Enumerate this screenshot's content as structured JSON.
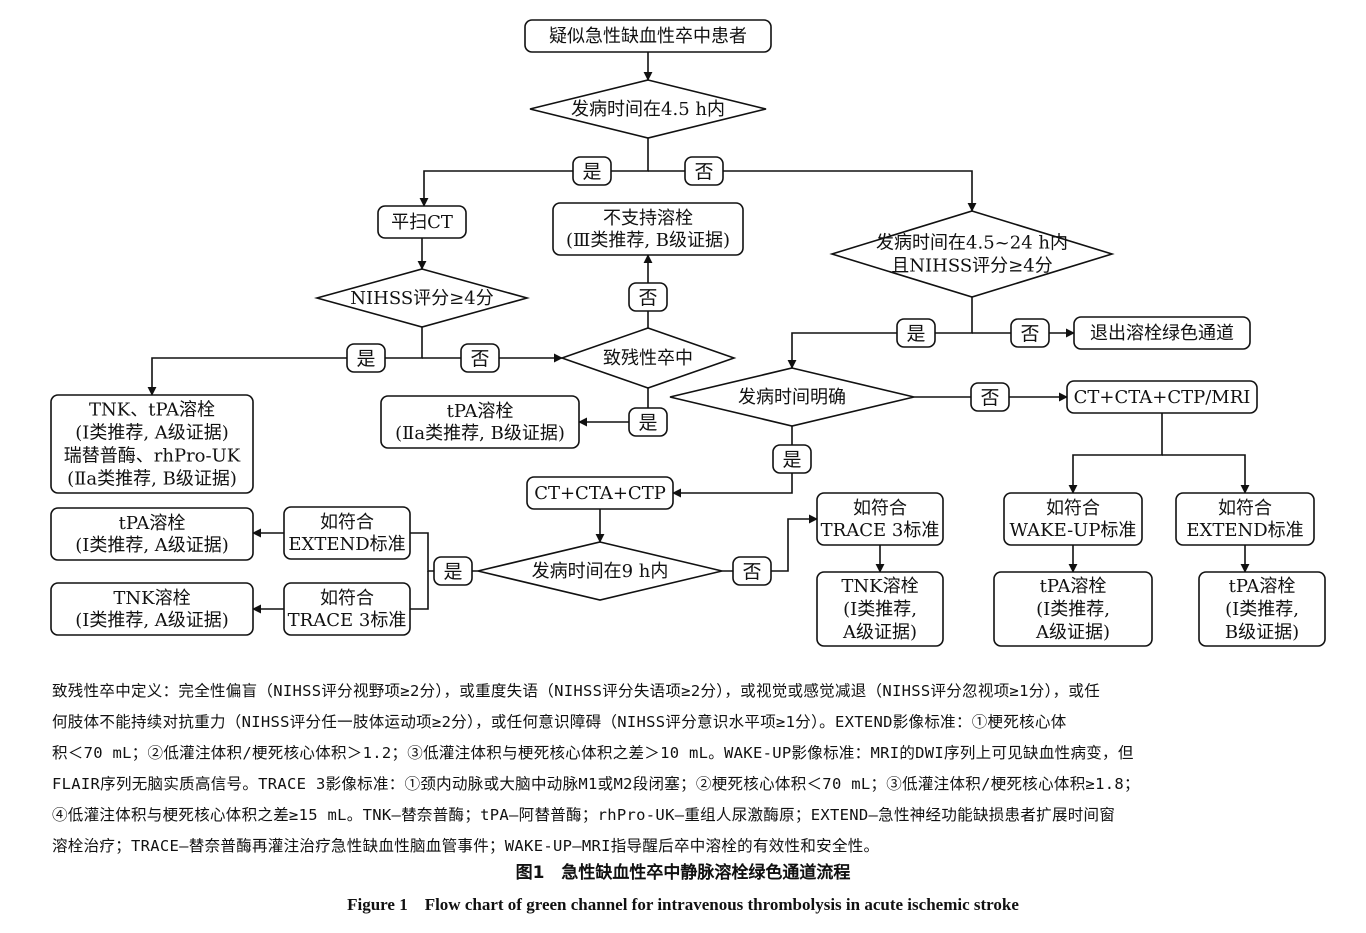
{
  "nodes": [
    {
      "id": "start",
      "lines": [
        "疑似急性缺血性卒中患者"
      ]
    },
    {
      "id": "d_45h",
      "lines": [
        "发病时间在4.5 h内"
      ]
    },
    {
      "id": "ct_plain",
      "lines": [
        "平扫CT"
      ]
    },
    {
      "id": "no_thrombo",
      "lines": [
        "不支持溶栓",
        "(Ⅲ类推荐, B级证据)"
      ]
    },
    {
      "id": "d_24h",
      "lines": [
        "发病时间在4.5~24 h内",
        "且NIHSS评分≥4分"
      ]
    },
    {
      "id": "d_nihss",
      "lines": [
        "NIHSS评分≥4分"
      ]
    },
    {
      "id": "d_disabling",
      "lines": [
        "致残性卒中"
      ]
    },
    {
      "id": "exit_channel",
      "lines": [
        "退出溶栓绿色通道"
      ]
    },
    {
      "id": "tnk_tpa",
      "lines": [
        "TNK、tPA溶栓",
        "(Ⅰ类推荐, A级证据)",
        "瑞替普酶、rhPro-UK",
        "(Ⅱa类推荐, B级证据)"
      ]
    },
    {
      "id": "tpa_2a",
      "lines": [
        "tPA溶栓",
        "(Ⅱa类推荐, B级证据)"
      ]
    },
    {
      "id": "d_onset_clear",
      "lines": [
        "发病时间明确"
      ]
    },
    {
      "id": "ct_cta_ctp_mri",
      "lines": [
        "CT+CTA+CTP/MRI"
      ]
    },
    {
      "id": "ct_cta_ctp",
      "lines": [
        "CT+CTA+CTP"
      ]
    },
    {
      "id": "tpa_1a_left",
      "lines": [
        "tPA溶栓",
        "(Ⅰ类推荐, A级证据)"
      ]
    },
    {
      "id": "extend_left",
      "lines": [
        "如符合",
        "EXTEND标准"
      ]
    },
    {
      "id": "trace_right",
      "lines": [
        "如符合",
        "TRACE 3标准"
      ]
    },
    {
      "id": "wakeup",
      "lines": [
        "如符合",
        "WAKE-UP标准"
      ]
    },
    {
      "id": "extend_right",
      "lines": [
        "如符合",
        "EXTEND标准"
      ]
    },
    {
      "id": "d_9h",
      "lines": [
        "发病时间在9 h内"
      ]
    },
    {
      "id": "tnk_1a_left",
      "lines": [
        "TNK溶栓",
        "(Ⅰ类推荐, A级证据)"
      ]
    },
    {
      "id": "trace_left",
      "lines": [
        "如符合",
        "TRACE 3标准"
      ]
    },
    {
      "id": "tnk_1a_right",
      "lines": [
        "TNK溶栓",
        "(Ⅰ类推荐,",
        "A级证据)"
      ]
    },
    {
      "id": "tpa_wakeup",
      "lines": [
        "tPA溶栓",
        "(Ⅰ类推荐,",
        "A级证据)"
      ]
    },
    {
      "id": "tpa_extend",
      "lines": [
        "tPA溶栓",
        "(Ⅰ类推荐,",
        "B级证据)"
      ]
    }
  ],
  "edge_labels": [
    {
      "id": "l_yes_1",
      "text": "是"
    },
    {
      "id": "l_no_1",
      "text": "否"
    },
    {
      "id": "l_no_2",
      "text": "否"
    },
    {
      "id": "l_yes_2",
      "text": "是"
    },
    {
      "id": "l_no_3",
      "text": "否"
    },
    {
      "id": "l_no_4",
      "text": "否"
    },
    {
      "id": "l_yes_3",
      "text": "是"
    },
    {
      "id": "l_yes_4",
      "text": "是"
    },
    {
      "id": "l_no_5",
      "text": "否"
    },
    {
      "id": "l_yes_5",
      "text": "是"
    },
    {
      "id": "l_yes_6",
      "text": "是"
    },
    {
      "id": "l_no_6",
      "text": "否"
    }
  ],
  "notes": [
    "致残性卒中定义：完全性偏盲（NIHSS评分视野项≥2分），或重度失语（NIHSS评分失语项≥2分），或视觉或感觉减退（NIHSS评分忽视项≥1分），或任",
    "何肢体不能持续对抗重力（NIHSS评分任一肢体运动项≥2分），或任何意识障碍（NIHSS评分意识水平项≥1分）。EXTEND影像标准：①梗死核心体",
    "积＜70 mL；②低灌注体积/梗死核心体积＞1.2；③低灌注体积与梗死核心体积之差＞10 mL。WAKE-UP影像标准：MRI的DWI序列上可见缺血性病变，但",
    "FLAIR序列无脑实质高信号。TRACE 3影像标准：①颈内动脉或大脑中动脉M1或M2段闭塞；②梗死核心体积＜70 mL；③低灌注体积/梗死核心体积≥1.8；",
    "④低灌注体积与梗死核心体积之差≥15 mL。TNK—替奈普酶；tPA—阿替普酶；rhPro-UK—重组人尿激酶原；EXTEND—急性神经功能缺损患者扩展时间窗",
    "溶栓治疗；TRACE—替奈普酶再灌注治疗急性缺血性脑血管事件；WAKE-UP—MRI指导醒后卒中溶栓的有效性和安全性。"
  ],
  "caption_cn": "图1　急性缺血性卒中静脉溶栓绿色通道流程",
  "caption_en": "Figure 1　Flow chart of green channel for intravenous thrombolysis in acute ischemic stroke"
}
